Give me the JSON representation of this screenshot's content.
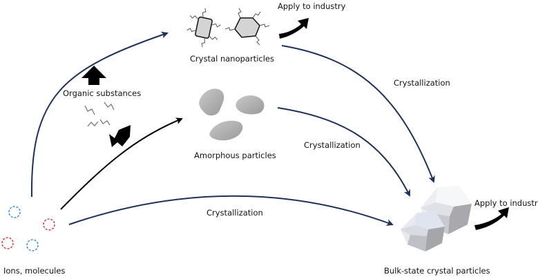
{
  "labels": {
    "ions": "Ions, molecules",
    "organic": "Organic substances",
    "nano": "Crystal nanoparticles",
    "amorphous": "Amorphous particles",
    "bulk": "Bulk-state crystal particles",
    "apply_top": "Apply to industry",
    "apply_right": "Apply to industry",
    "cryst_upper": "Crystallization",
    "cryst_middle": "Crystallization",
    "cryst_bottom": "Crystallization"
  },
  "colors": {
    "path_arrow": "#1f2f57",
    "ion_red": "#e03a3a",
    "ion_blue": "#3a8fd8",
    "particle_gray": "#b3b3b3",
    "bulk_light": "#e9eaee",
    "bulk_dark": "#a9a9ad",
    "bold_arrow": "#000000"
  }
}
